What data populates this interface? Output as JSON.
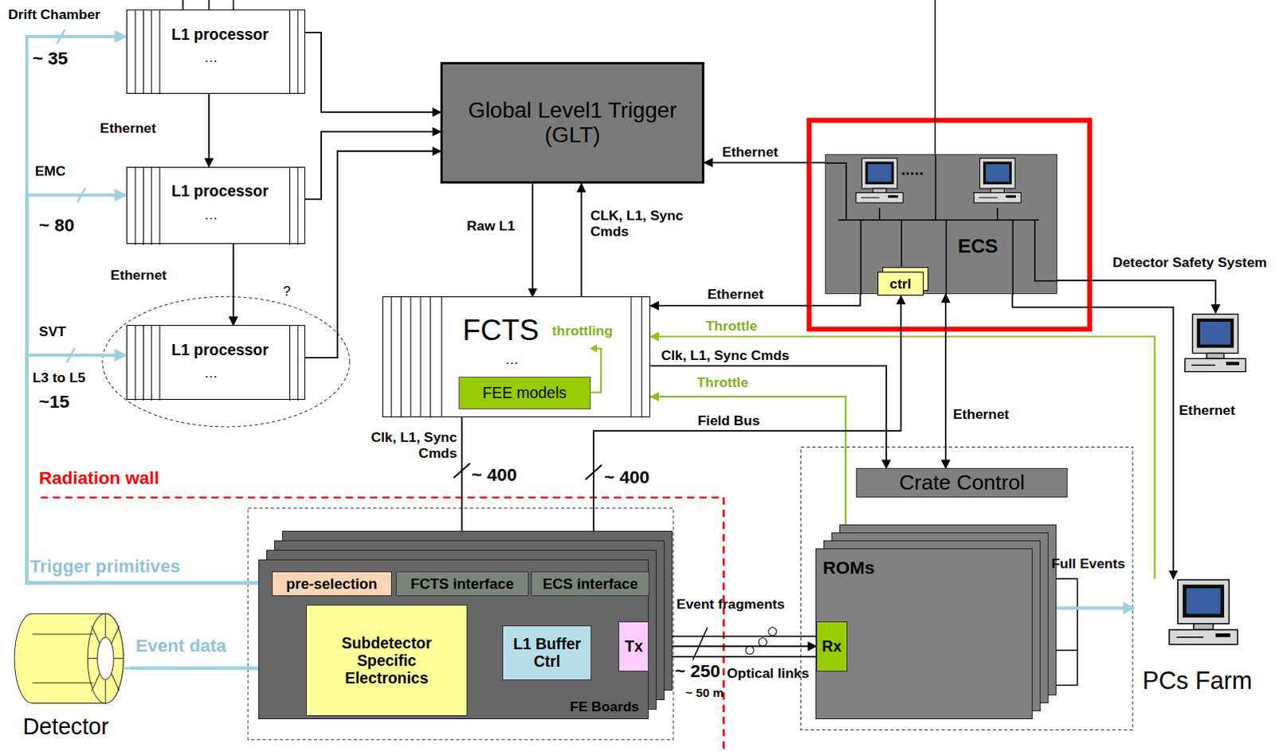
{
  "diagram": {
    "nodes": [
      {
        "text": [
          "L1 processor",
          "…"
        ]
      },
      {
        "text": [
          "L1 processor",
          "…"
        ]
      },
      {
        "text": [
          "L1 processor",
          "…"
        ]
      },
      {
        "text": [
          "Global Level1 Trigger (GLT)"
        ]
      },
      {
        "text": [
          "ECS"
        ]
      },
      {
        "text": [
          "ctrl"
        ],
        "in": 4
      },
      {
        "text": [
          "FCTS",
          "…",
          "throttling"
        ]
      },
      {
        "text": [
          "FEE models"
        ],
        "in": 6
      },
      {
        "text": [
          "Crate Control"
        ]
      },
      {
        "text": [
          "FE Boards"
        ]
      },
      {
        "text": [
          "pre-selection"
        ],
        "in": 9
      },
      {
        "text": [
          "FCTS interface"
        ],
        "in": 9
      },
      {
        "text": [
          "ECS interface"
        ],
        "in": 9
      },
      {
        "text": [
          "Subdetector Specific Electronics"
        ],
        "in": 9
      },
      {
        "text": [
          "L1 Buffer Ctrl"
        ],
        "in": 9
      },
      {
        "text": [
          "Tx"
        ],
        "in": 9
      },
      {
        "text": [
          "ROMs"
        ]
      },
      {
        "text": [
          "Rx"
        ],
        "in": 16
      },
      {
        "text": [
          "Detector"
        ]
      },
      {
        "text": [
          "Detector Safety System"
        ]
      },
      {
        "text": [
          "PCs Farm"
        ]
      }
    ],
    "edges": [
      {
        "from": 0,
        "to": 3,
        "arrow": "to"
      },
      {
        "from": 1,
        "to": 3,
        "arrow": "to"
      },
      {
        "from": 2,
        "to": 3,
        "arrow": "to"
      },
      {
        "from": 0,
        "to": 1,
        "label": "Ethernet",
        "arrow": "to"
      },
      {
        "from": 1,
        "to": 2,
        "label": "Ethernet",
        "arrow": "to"
      },
      {
        "from": 3,
        "to": 6,
        "label": "Raw L1",
        "arrow": "to"
      },
      {
        "from": 6,
        "to": 3,
        "label": "CLK, L1, Sync Cmds",
        "arrow": "to"
      },
      {
        "from": 4,
        "to": 3,
        "label": "Ethernet",
        "arrow": "to"
      },
      {
        "from": 4,
        "to": 6,
        "label": "Ethernet",
        "arrow": "to"
      },
      {
        "from": 6,
        "to": 8,
        "label": "Clk, L1, Sync Cmds",
        "arrow": "to"
      },
      {
        "from": 16,
        "to": 6,
        "label": "Throttle",
        "arrow": "to"
      },
      {
        "from": 20,
        "to": 6,
        "label": "Throttle",
        "arrow": "to"
      },
      {
        "from": 6,
        "to": 11,
        "label": "Clk, L1, Sync Cmds",
        "arrow": "to"
      },
      {
        "from": 5,
        "to": 12,
        "label": "Field Bus",
        "arrow": "both"
      },
      {
        "from": 4,
        "to": 8,
        "label": "Ethernet",
        "arrow": "both"
      },
      {
        "from": 4,
        "to": 19,
        "arrow": "to"
      },
      {
        "from": 4,
        "to": 20,
        "label": "Ethernet",
        "arrow": "to"
      },
      {
        "from": 16,
        "to": 20,
        "label": "Full Events",
        "arrow": "to"
      },
      {
        "from": 15,
        "to": 17,
        "label": "Event fragments",
        "arrow": "to"
      },
      {
        "from": 18,
        "to": 13,
        "label": "Event data",
        "arrow": "to"
      },
      {
        "from": 13,
        "to": 14,
        "arrow": "to"
      },
      {
        "from": 14,
        "to": 15,
        "arrow": "to"
      },
      {
        "from": 18,
        "to": 10,
        "arrow": "to"
      },
      {
        "from": 10,
        "to": 0,
        "label": "Trigger primitives",
        "arrow": "to"
      },
      {
        "from": 10,
        "to": 1,
        "arrow": "to"
      },
      {
        "from": 10,
        "to": 2,
        "arrow": "to"
      }
    ],
    "labels": [
      "Drift Chamber",
      "~ 35",
      "EMC",
      "~ 80",
      "?",
      "SVT",
      "L3 to L5",
      "~15",
      "Radiation wall",
      "~ 400",
      "~ 400",
      ".....",
      "~ 250",
      "Optical links",
      "~ 50 m"
    ]
  }
}
